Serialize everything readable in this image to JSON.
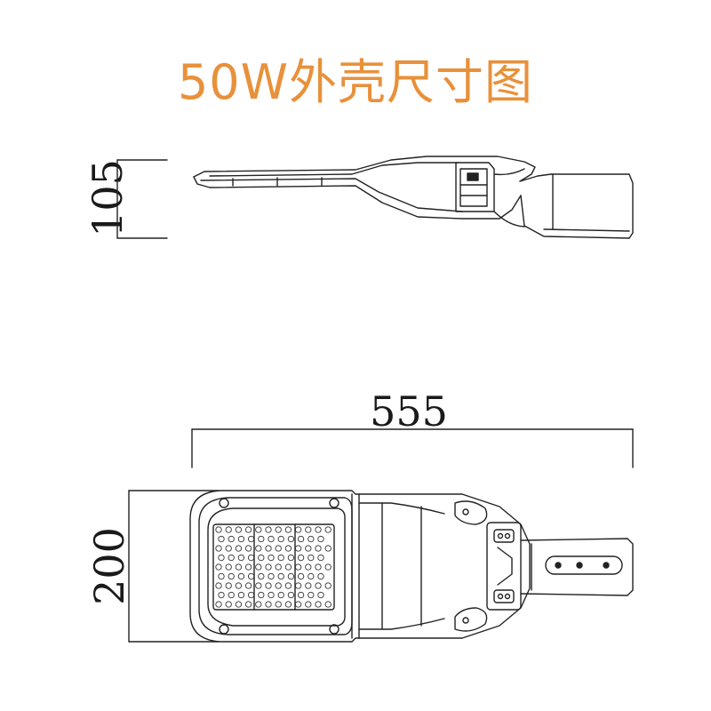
{
  "title": "50W外壳尺寸图",
  "dimensions": {
    "height_side": "105",
    "length_top": "555",
    "width_top": "200"
  }
}
